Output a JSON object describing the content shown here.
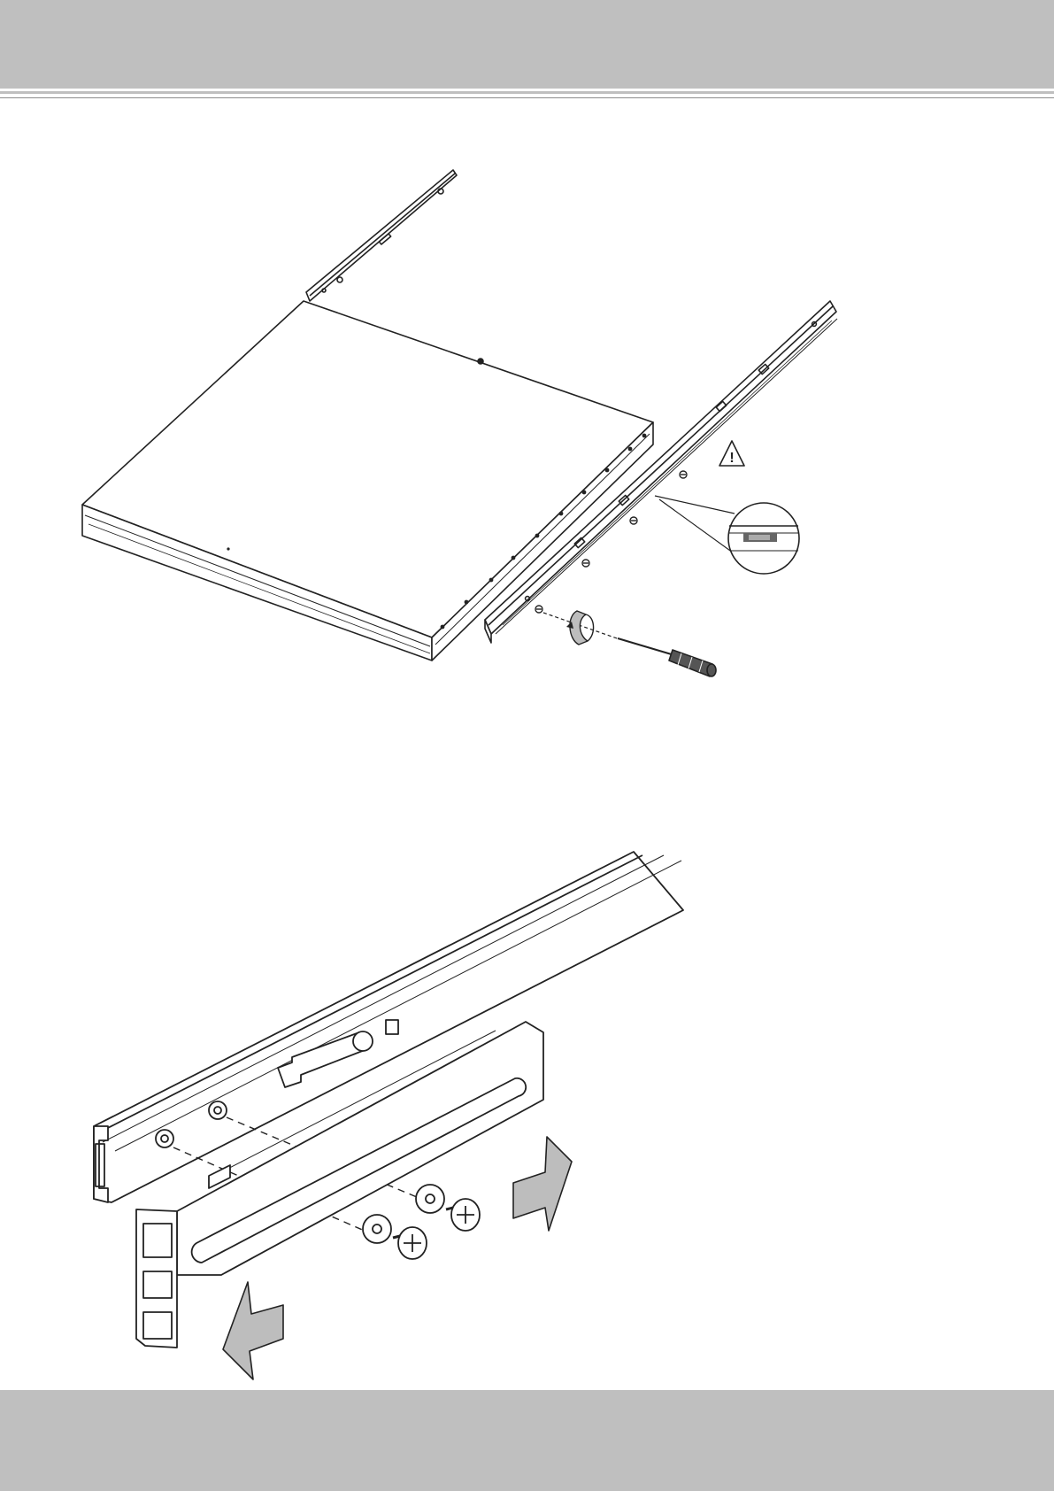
{
  "page": {
    "header_band_color": "#bfbfbf",
    "footer_band_color": "#bfbfbf",
    "line_color": "#222222",
    "arrow_fill_color": "#bdbdbd"
  },
  "figures": [
    {
      "name": "rail-mounting-to-chassis",
      "icons": [
        "chassis-box",
        "inner-rail-left",
        "inner-rail-right",
        "screws",
        "warning-icon",
        "magnified-callout",
        "rotation-arrow-icon",
        "screwdriver-icon"
      ],
      "warning_symbol": "!"
    },
    {
      "name": "rail-length-adjustment",
      "icons": [
        "outer-rail",
        "extension-bracket",
        "washers",
        "phillips-screws",
        "extend-arrow-right-icon",
        "extend-arrow-left-icon"
      ]
    }
  ]
}
